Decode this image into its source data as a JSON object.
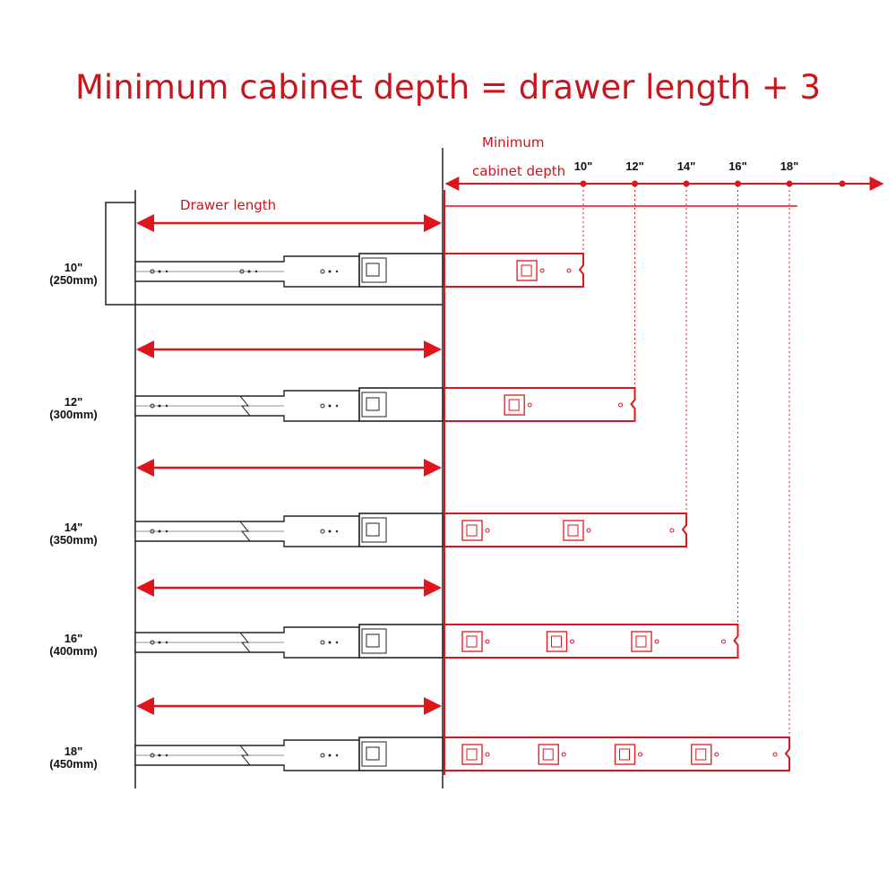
{
  "title": "Minimum cabinet depth = drawer length + 3",
  "labels": {
    "drawer_length": "Drawer length",
    "min_depth_line1": "Minimum",
    "min_depth_line2": "cabinet depth"
  },
  "axis_ticks": [
    "10\"",
    "12\"",
    "14\"",
    "16\"",
    "18\""
  ],
  "slides": [
    {
      "inch": "10\"",
      "mm": "(250mm)",
      "length_in": 10
    },
    {
      "inch": "12\"",
      "mm": "(300mm)",
      "length_in": 12
    },
    {
      "inch": "14\"",
      "mm": "(350mm)",
      "length_in": 14
    },
    {
      "inch": "16\"",
      "mm": "(400mm)",
      "length_in": 16
    },
    {
      "inch": "18\"",
      "mm": "(450mm)",
      "length_in": 18
    }
  ],
  "colors": {
    "accent": "#e0141b",
    "line": "#222222"
  }
}
